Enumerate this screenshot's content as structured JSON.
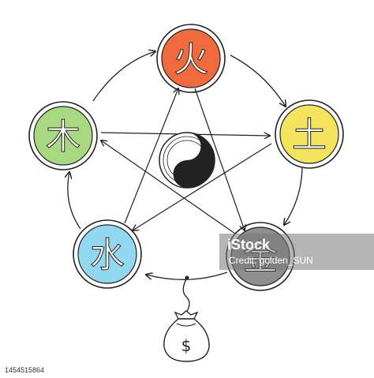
{
  "elements": [
    {
      "id": "fire",
      "glyph": "火",
      "color": "#f16a3c"
    },
    {
      "id": "earth",
      "glyph": "土",
      "color": "#f3e35d"
    },
    {
      "id": "metal",
      "glyph": "金",
      "color": "#8f8f8f"
    },
    {
      "id": "water",
      "glyph": "水",
      "color": "#8fd8f0"
    },
    {
      "id": "wood",
      "glyph": "木",
      "color": "#a8d880"
    }
  ],
  "money_symbol": "$",
  "watermark": {
    "title": "iStock",
    "credit": "Credit: golden_SUN"
  },
  "stock_id": "1454515864"
}
